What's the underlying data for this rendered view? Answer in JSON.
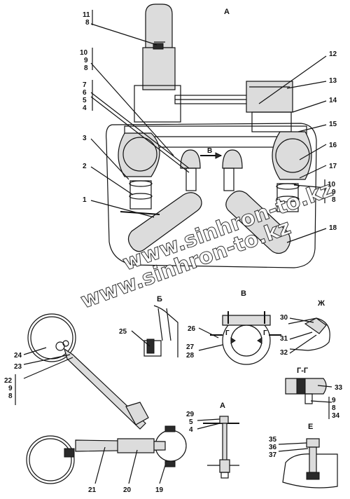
{
  "views": {
    "main": "А",
    "b": "Б",
    "v": "В",
    "zh": "Ж",
    "gg": "Г-Г",
    "a_detail": "А",
    "e": "Е",
    "section_mark_v": "В",
    "section_mark_g1": "Г",
    "section_mark_g2": "Г"
  },
  "callouts": {
    "c1": "1",
    "c2": "2",
    "c3": "3",
    "c4": "4",
    "c5": "5",
    "c6": "6",
    "c7": "7",
    "c8a": "8",
    "c9a": "9",
    "c10a": "10",
    "c8b": "8",
    "c11": "11",
    "c12": "12",
    "c13": "13",
    "c14": "14",
    "c15": "15",
    "c16": "16",
    "c17": "17",
    "c10b": "10",
    "c9b": "9",
    "c8c": "8",
    "c18": "18",
    "c19": "19",
    "c20": "20",
    "c21": "21",
    "c22": "22",
    "c9c": "9",
    "c8d": "8",
    "c23": "23",
    "c24": "24",
    "c25": "25",
    "c26": "26",
    "c27": "27",
    "c28": "28",
    "c30": "30",
    "c31": "31",
    "c32": "32",
    "c33": "33",
    "c9d": "9",
    "c8e": "8",
    "c34": "34",
    "c29": "29",
    "c5b": "5",
    "c4b": "4",
    "c35": "35",
    "c36": "36",
    "c37": "37"
  },
  "watermark": {
    "line1": "www.sinhron-to.kz",
    "line2": "www.sinhron-to.kz"
  }
}
